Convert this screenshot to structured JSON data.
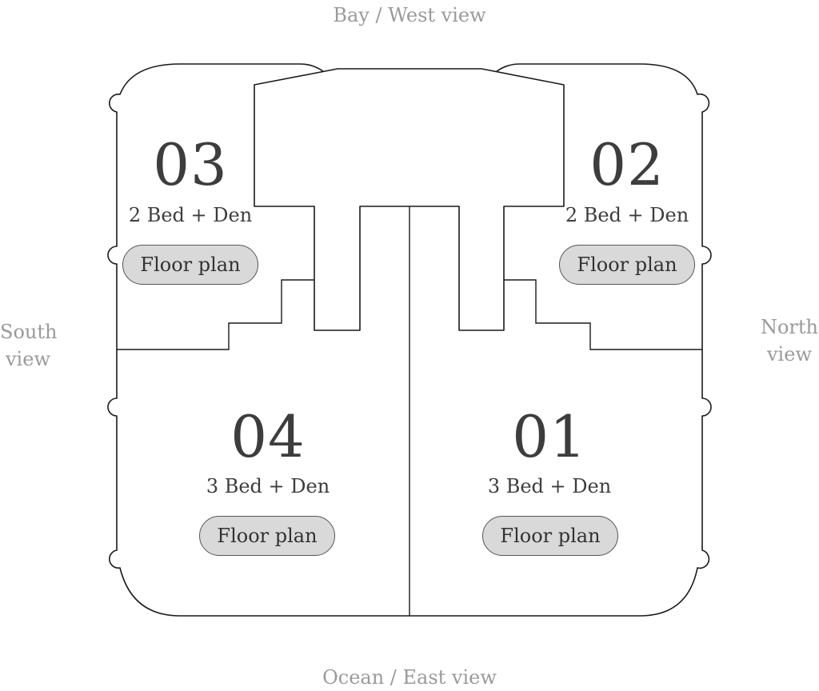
{
  "views": {
    "top": "Bay / West view",
    "bottom": "Ocean / East view",
    "left_line1": "South",
    "left_line2": "view",
    "right_line1": "North",
    "right_line2": "view"
  },
  "units": [
    {
      "number": "03",
      "type": "2 Bed + Den",
      "button": "Floor plan"
    },
    {
      "number": "02",
      "type": "2 Bed + Den",
      "button": "Floor plan"
    },
    {
      "number": "04",
      "type": "3 Bed + Den",
      "button": "Floor plan"
    },
    {
      "number": "01",
      "type": "3 Bed + Den",
      "button": "Floor plan"
    }
  ],
  "colors": {
    "unit_fill": "#d9d9d9",
    "outline": "#1a1a1a",
    "view_label": "#9a9a9a",
    "text": "#3d3d3d"
  }
}
